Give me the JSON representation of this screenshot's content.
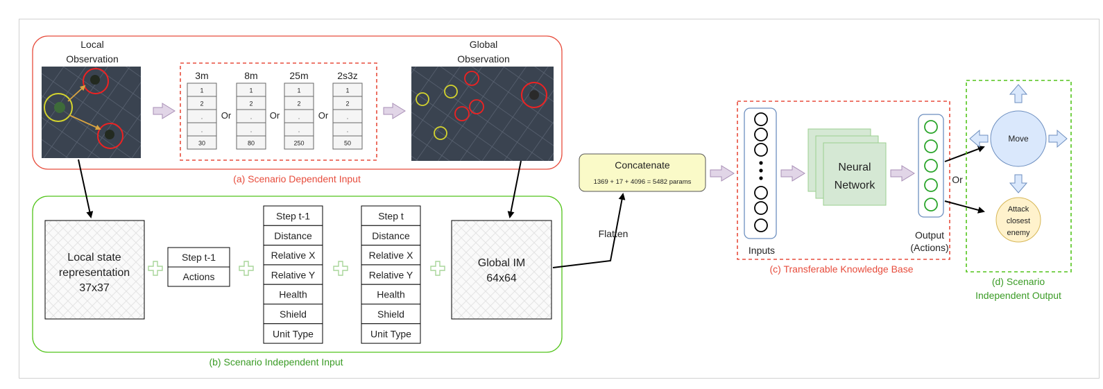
{
  "colors": {
    "red": "#e74c3c",
    "green": "#52c41a",
    "arrow_fill": "#e1d5e7",
    "arrow_stroke": "#a78db5",
    "concat_fill": "#fafac8",
    "nn_fill": "#d5e8d4",
    "move_fill": "#dae8fc",
    "attack_fill": "#fff2cc",
    "plus": "#a8d59a"
  },
  "section_a": {
    "caption": "(a) Scenario Dependent Input",
    "local_title_1": "Local",
    "local_title_2": "Observation",
    "global_title_1": "Global",
    "global_title_2": "Observation",
    "or_label": "Or",
    "scenarios": [
      {
        "name": "3m",
        "cells": [
          "1",
          "2",
          ".",
          ".",
          "30"
        ]
      },
      {
        "name": "8m",
        "cells": [
          "1",
          "2",
          ".",
          ".",
          "80"
        ]
      },
      {
        "name": "25m",
        "cells": [
          "1",
          "2",
          ".",
          ".",
          "250"
        ]
      },
      {
        "name": "2s3z",
        "cells": [
          "1",
          "2",
          ".",
          ".",
          "50"
        ]
      }
    ]
  },
  "section_b": {
    "caption": "(b) Scenario Independent Input",
    "local_state": [
      "Local state",
      "representation",
      "37x37"
    ],
    "actions_box": [
      "Step t-1",
      "Actions"
    ],
    "features_prev": [
      "Step t-1",
      "Distance",
      "Relative X",
      "Relative Y",
      "Health",
      "Shield",
      "Unit Type"
    ],
    "features_cur": [
      "Step t",
      "Distance",
      "Relative X",
      "Relative Y",
      "Health",
      "Shield",
      "Unit Type"
    ],
    "global_im": [
      "Global IM",
      "64x64"
    ]
  },
  "flatten_label": "Flatten",
  "concat": {
    "title": "Concatenate",
    "formula": "1369 + 17 + 4096 = 5482 params"
  },
  "section_c": {
    "caption": "(c) Transferable Knowledge Base",
    "inputs_label": "Inputs",
    "nn_label_1": "Neural",
    "nn_label_2": "Network",
    "output_label_1": "Output",
    "output_label_2": "(Actions)"
  },
  "section_d": {
    "caption_1": "(d) Scenario",
    "caption_2": "Independent Output",
    "or_label": "Or",
    "move_label": "Move",
    "attack_label": [
      "Attack",
      "closest",
      "enemy"
    ]
  }
}
